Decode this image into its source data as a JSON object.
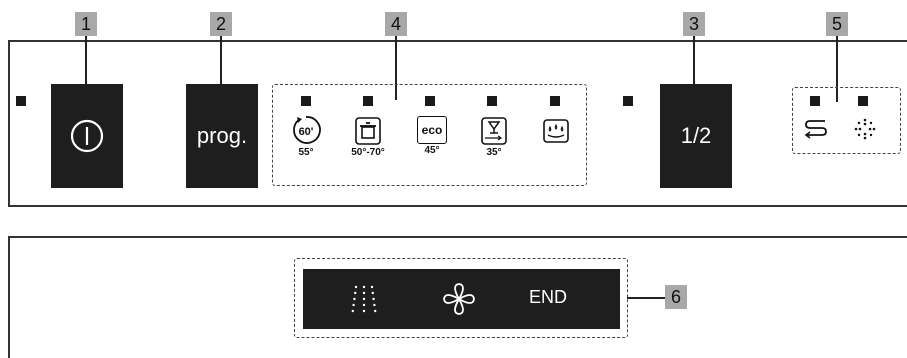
{
  "callouts": {
    "c1": "1",
    "c2": "2",
    "c3": "3",
    "c4": "4",
    "c5": "5",
    "c6": "6"
  },
  "buttons": {
    "power_icon": "power-icon",
    "prog_label": "prog.",
    "half_load_label": "1/2"
  },
  "programs": [
    {
      "icon": "60-minute-icon",
      "glyph": "60'",
      "temp": "55°"
    },
    {
      "icon": "pot-icon",
      "temp": "50°-70°"
    },
    {
      "icon": "eco-icon",
      "glyph": "eco",
      "temp": "45°"
    },
    {
      "icon": "glass-icon",
      "temp": "35°"
    },
    {
      "icon": "prewash-icon",
      "temp": ""
    }
  ],
  "indicators": {
    "salt_icon": "salt-refill-icon",
    "rinse_icon": "rinse-aid-icon"
  },
  "display": {
    "washing_icon": "washing-spray-icon",
    "drying_icon": "drying-fan-icon",
    "end_label": "END"
  },
  "colors": {
    "button_bg": "#1e1e1e",
    "callout_bg": "#a8a8a8"
  }
}
